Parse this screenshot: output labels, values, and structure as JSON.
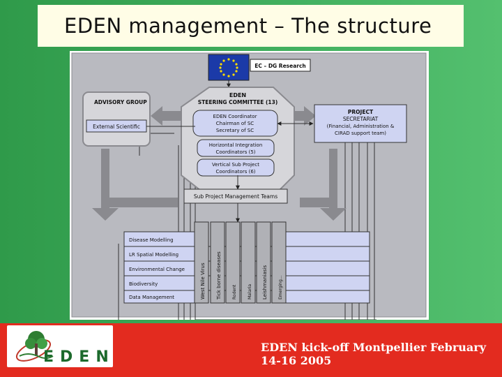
{
  "slide": {
    "title": "EDEN management – The structure"
  },
  "diagram": {
    "ec_label": "EC – DG Research",
    "steering": {
      "line1": "EDEN",
      "line2": "STEERING COMMITTEE (13)"
    },
    "coordinator": {
      "line1": "EDEN Coordinator",
      "line2": "Chairman of SC",
      "line3": "Secretary of SC"
    },
    "horizontal": {
      "line1": "Horizontal Integration",
      "line2": "Coordinators (5)"
    },
    "vertical": {
      "line1": "Vertical Sub Project",
      "line2": "Coordinators (6)"
    },
    "advisory": {
      "title": "ADVISORY GROUP",
      "item": "External Scientific"
    },
    "secretariat": {
      "line1": "PROJECT",
      "line2": "SECRETARIAT",
      "line3": "(Financial, Administration &",
      "line4": "CIRAD support team)"
    },
    "sub_project_teams": "Sub Project Management Teams",
    "rows": [
      "Disease Modelling",
      "LR Spatial Modelling",
      "Environmental Change",
      "Biodiversity",
      "Data Management"
    ],
    "columns": [
      "West Nile Virus",
      "Tick borne diseases",
      "Rodent",
      "Malaria",
      "Leishmaniasis",
      "Emerging..."
    ]
  },
  "footer": {
    "text": "EDEN kick-off Montpellier February 14-16 2005",
    "logo": "EDEN"
  },
  "colors": {
    "background_green": "#43b160",
    "footer_red": "#e32b1f",
    "title_bg": "#fffde6",
    "diagram_panel": "#b9bac0",
    "box_blue": "#cfd4f2",
    "eu_blue": "#1b3aa8"
  }
}
